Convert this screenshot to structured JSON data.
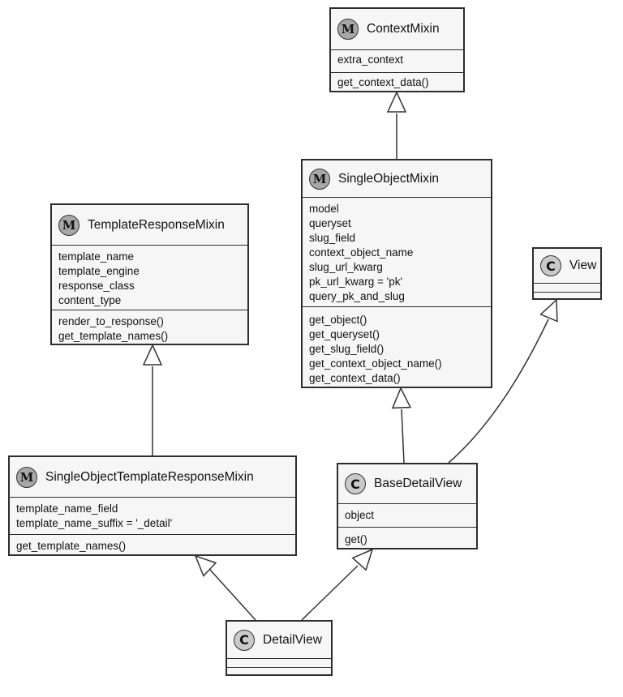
{
  "classes": {
    "context_mixin": {
      "stereotype": "M",
      "name": "ContextMixin",
      "attributes": [
        "extra_context"
      ],
      "methods": [
        "get_context_data()"
      ]
    },
    "single_object_mixin": {
      "stereotype": "M",
      "name": "SingleObjectMixin",
      "attributes": [
        "model",
        "queryset",
        "slug_field",
        "context_object_name",
        "slug_url_kwarg",
        "pk_url_kwarg = 'pk'",
        "query_pk_and_slug"
      ],
      "methods": [
        "get_object()",
        "get_queryset()",
        "get_slug_field()",
        "get_context_object_name()",
        "get_context_data()"
      ]
    },
    "template_response_mixin": {
      "stereotype": "M",
      "name": "TemplateResponseMixin",
      "attributes": [
        "template_name",
        "template_engine",
        "response_class",
        "content_type"
      ],
      "methods": [
        "render_to_response()",
        "get_template_names()"
      ]
    },
    "view": {
      "stereotype": "C",
      "name": "View",
      "attributes": [],
      "methods": []
    },
    "single_object_template_response_mixin": {
      "stereotype": "M",
      "name": "SingleObjectTemplateResponseMixin",
      "attributes": [
        "template_name_field",
        "template_name_suffix = '_detail'"
      ],
      "methods": [
        "get_template_names()"
      ]
    },
    "base_detail_view": {
      "stereotype": "C",
      "name": "BaseDetailView",
      "attributes": [
        "object"
      ],
      "methods": [
        "get()"
      ]
    },
    "detail_view": {
      "stereotype": "C",
      "name": "DetailView",
      "attributes": [],
      "methods": []
    }
  },
  "relations": [
    {
      "from": "single_object_mixin",
      "to": "context_mixin",
      "type": "generalization"
    },
    {
      "from": "single_object_template_response_mixin",
      "to": "template_response_mixin",
      "type": "generalization"
    },
    {
      "from": "base_detail_view",
      "to": "single_object_mixin",
      "type": "generalization"
    },
    {
      "from": "base_detail_view",
      "to": "view",
      "type": "generalization"
    },
    {
      "from": "detail_view",
      "to": "single_object_template_response_mixin",
      "type": "generalization"
    },
    {
      "from": "detail_view",
      "to": "base_detail_view",
      "type": "generalization"
    }
  ]
}
